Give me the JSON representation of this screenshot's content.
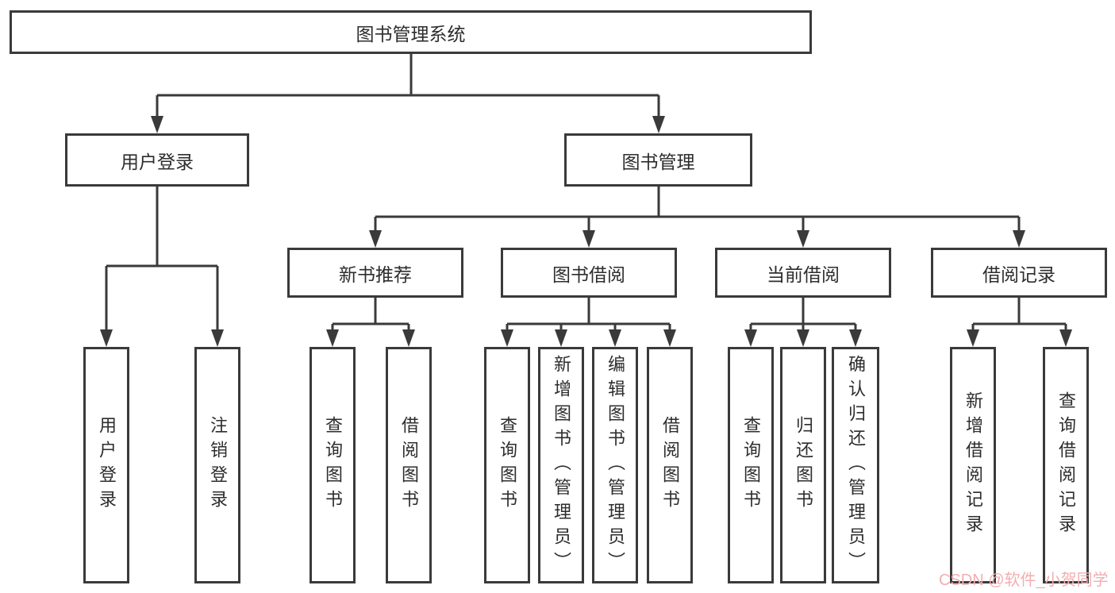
{
  "colors": {
    "line": "#3a3a3a",
    "box_border": "#3a3a3a",
    "text": "#2d2d2d",
    "watermark": "#f2aeb2",
    "background": "#ffffff"
  },
  "watermark": {
    "text": "CSDN @软件_小贺同学"
  },
  "tree": {
    "root": {
      "label": "图书管理系统"
    },
    "branches": [
      {
        "label": "用户登录",
        "children": [
          {
            "label": "用户登录"
          },
          {
            "label": "注销登录"
          }
        ]
      },
      {
        "label": "图书管理",
        "children": [
          {
            "label": "新书推荐",
            "children": [
              {
                "label": "查询图书"
              },
              {
                "label": "借阅图书"
              }
            ]
          },
          {
            "label": "图书借阅",
            "children": [
              {
                "label": "查询图书"
              },
              {
                "label": "新增图书（管理员）"
              },
              {
                "label": "编辑图书（管理员）"
              },
              {
                "label": "借阅图书"
              }
            ]
          },
          {
            "label": "当前借阅",
            "children": [
              {
                "label": "查询图书"
              },
              {
                "label": "归还图书"
              },
              {
                "label": "确认归还（管理员）"
              }
            ]
          },
          {
            "label": "借阅记录",
            "children": [
              {
                "label": "新增借阅记录"
              },
              {
                "label": "查询借阅记录"
              }
            ]
          }
        ]
      }
    ]
  }
}
